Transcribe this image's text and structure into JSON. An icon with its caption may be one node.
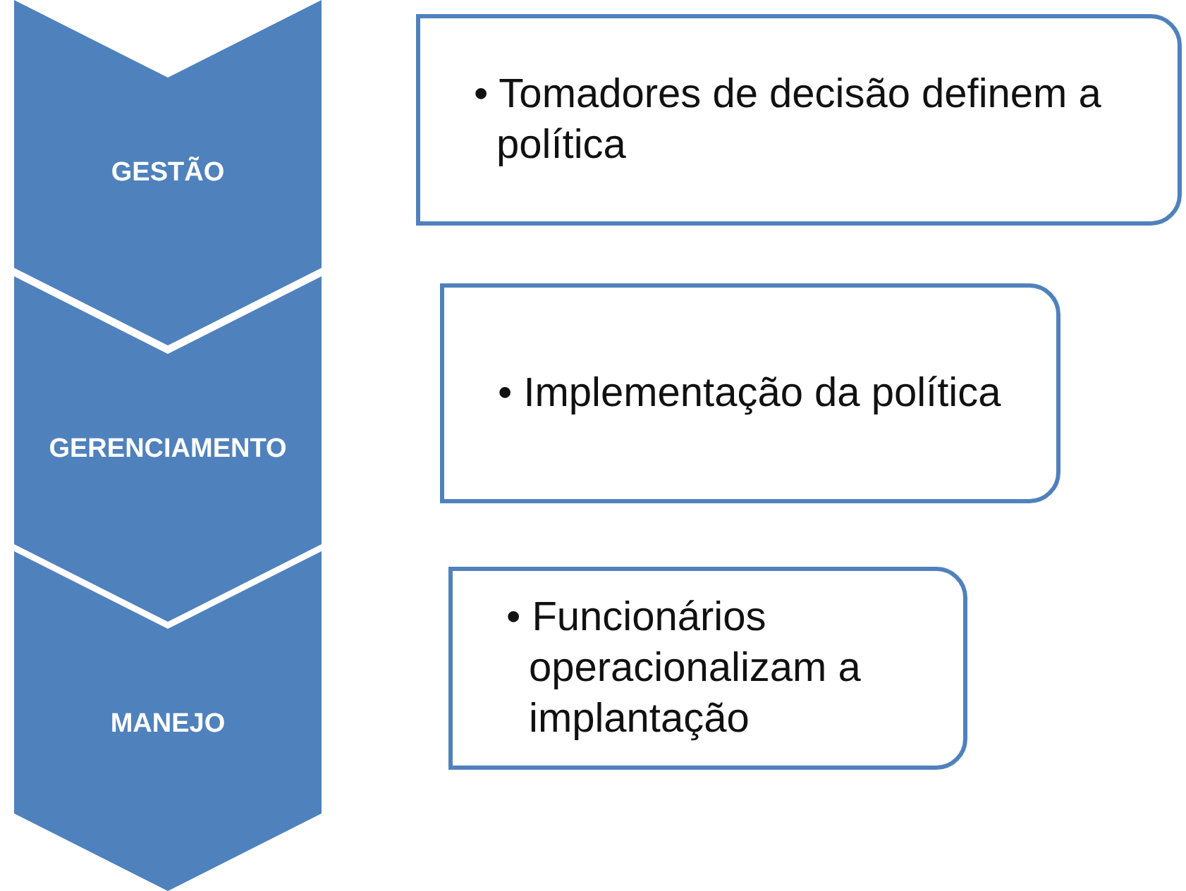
{
  "diagram": {
    "nodes": [
      {
        "text": [
          "GESTÃO"
        ]
      },
      {
        "text": [
          "• Tomadores de decisão definem a política"
        ]
      },
      {
        "text": [
          "GERENCIAMENTO"
        ]
      },
      {
        "text": [
          "• Implementação da política"
        ]
      },
      {
        "text": [
          "MANEJO"
        ]
      },
      {
        "text": [
          "• Funcionários operacionalizam a implantação"
        ]
      }
    ]
  }
}
